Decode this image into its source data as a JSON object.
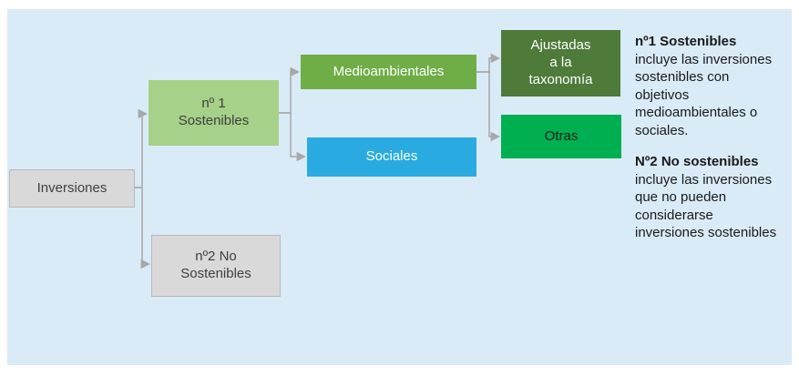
{
  "diagram": {
    "nodes": {
      "inversiones": {
        "label": "Inversiones"
      },
      "sostenibles": {
        "label": "nº 1\nSostenibles"
      },
      "no_sostenibles": {
        "label": "nº2 No\nSostenibles"
      },
      "medioambientales": {
        "label": "Medioambientales"
      },
      "sociales": {
        "label": "Sociales"
      },
      "ajustadas": {
        "label": "Ajustadas\na la\ntaxonomía"
      },
      "otras": {
        "label": "Otras"
      }
    },
    "colors": {
      "panel_background": "#d9ebf7",
      "gray_box": "#d9d9d9",
      "light_green_box": "#a6d189",
      "medium_green_box": "#6fad47",
      "blue_box": "#29abe2",
      "dark_green_box": "#4e7a3a",
      "bright_green_box": "#00b050",
      "connector": "#a8a8a8"
    }
  },
  "legend": {
    "items": [
      {
        "title": "nº1 Sostenibles",
        "body": "incluye las inversiones sostenibles con objetivos medioambientales o sociales."
      },
      {
        "title": "Nº2 No sostenibles",
        "body": "incluye las inversiones que no pueden considerarse inversiones sostenibles"
      }
    ]
  }
}
